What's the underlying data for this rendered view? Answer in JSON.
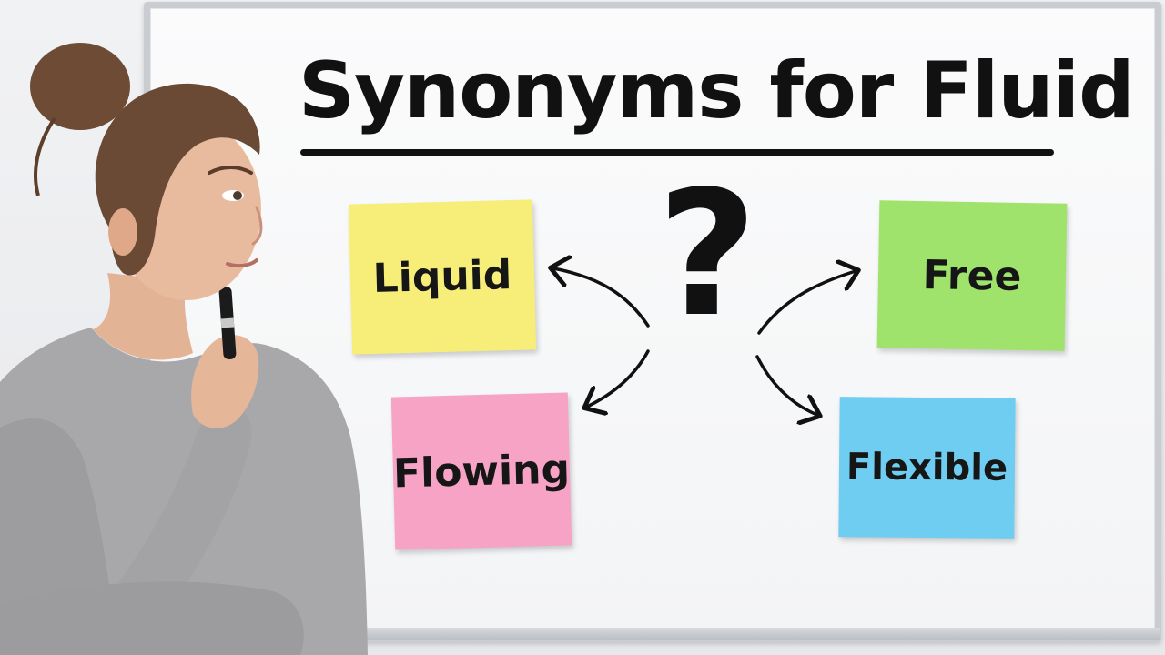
{
  "whiteboard": {
    "title": "Synonyms for Fluid",
    "question_mark": "?",
    "notes": [
      {
        "label": "Liquid",
        "color": "#f7ee79"
      },
      {
        "label": "Free",
        "color": "#9fe36c"
      },
      {
        "label": "Flowing",
        "color": "#f7a3c6"
      },
      {
        "label": "Flexible",
        "color": "#6fcdf2"
      }
    ]
  },
  "colors": {
    "ink": "#111111",
    "board_frame": "#c9ccd1",
    "sweater": "#a9a9ab",
    "hair": "#6b4a34",
    "skin": "#e7b89b"
  }
}
